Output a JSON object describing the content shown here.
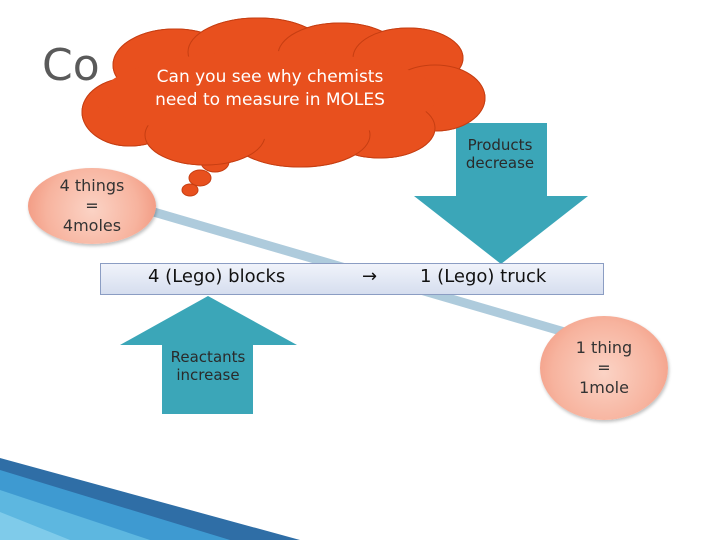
{
  "slide": {
    "title": "Co",
    "cloud": {
      "line1": "Can you see why chemists",
      "line2": "need to measure in MOLES"
    },
    "left_circle": {
      "line1": "4 things",
      "line2": "=",
      "line3": "4moles"
    },
    "right_circle": {
      "line1": "1 thing",
      "line2": "=",
      "line3": "1mole"
    },
    "equation": {
      "reactant": "4 (Lego) blocks",
      "arrow": "→",
      "product": "1 (Lego) truck"
    },
    "down_arrow": {
      "line1": "Products",
      "line2": "decrease"
    },
    "up_arrow": {
      "line1": "Reactants",
      "line2": "increase"
    }
  },
  "colors": {
    "cloud": "#e8501e",
    "arrows": "#3ba6b8",
    "circle": "#f7b39e",
    "bar": "#d6deef",
    "line": "#aecbdc"
  }
}
